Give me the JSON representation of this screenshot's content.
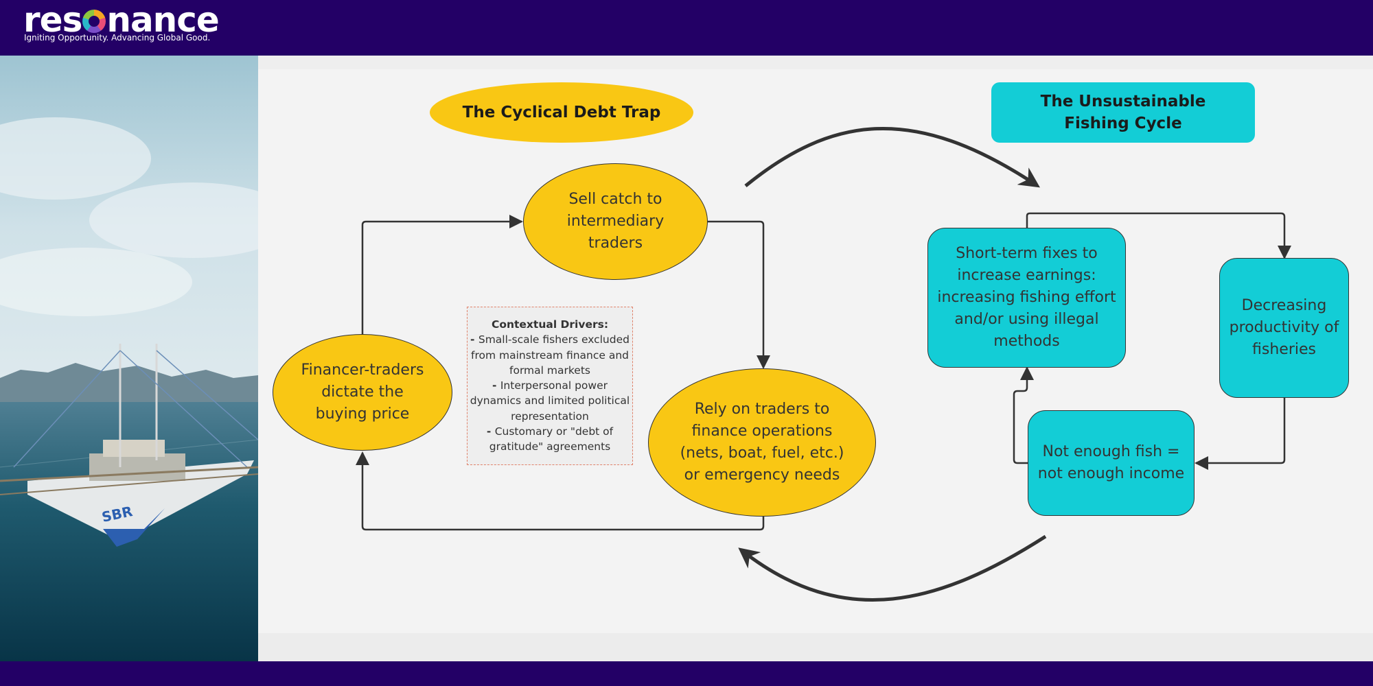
{
  "header": {
    "logo": "resonance",
    "tagline": "Igniting Opportunity. Advancing Global Good."
  },
  "photo": {
    "boat_text": "SBR"
  },
  "colors": {
    "brand": "#230066",
    "yellow": "#f9c714",
    "teal": "#13cdd6",
    "arrow": "#333333",
    "dashed_border": "#e0826a"
  },
  "diagram": {
    "debt_trap": {
      "title": "The Cyclical Debt Trap",
      "sell_catch": "Sell catch to intermediary traders",
      "rely_traders": "Rely on traders to finance operations (nets, boat, fuel, etc.) or emergency needs",
      "financer_traders": "Financer-traders dictate the buying price"
    },
    "contextual_drivers": {
      "heading": "Contextual Drivers:",
      "items": [
        "Small-scale fishers excluded from mainstream finance and formal markets",
        "Interpersonal power dynamics and limited political representation",
        "Customary or \"debt of gratitude\" agreements"
      ]
    },
    "fishing_cycle": {
      "title": "The Unsustainable Fishing Cycle",
      "short_term": "Short-term fixes to increase earnings: increasing fishing effort and/or using illegal methods",
      "decreasing": "Decreasing productivity of fisheries",
      "not_enough": "Not enough fish = not enough income"
    }
  }
}
